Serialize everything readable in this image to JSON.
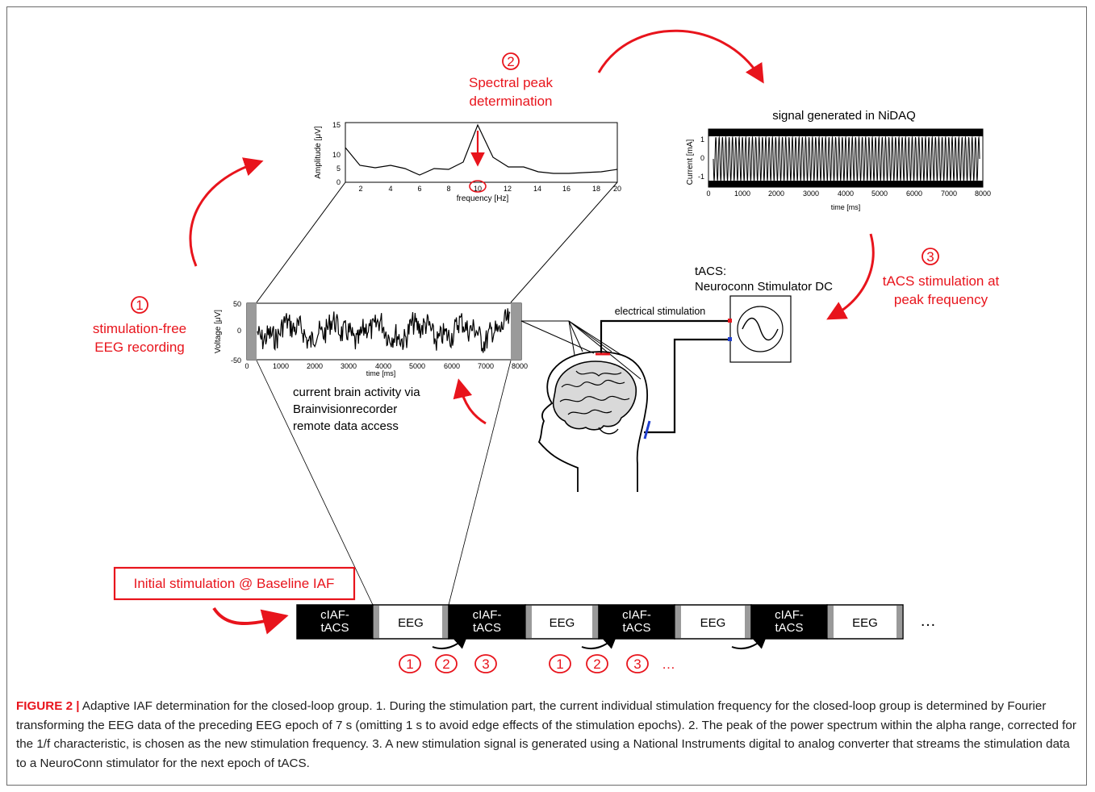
{
  "panel_spectrum": {
    "step": "2",
    "step_label": [
      "Spectral peak",
      "determination"
    ],
    "ylabel": "Amplitude [μV]",
    "xlabel": "frequency [Hz]",
    "yticks": [
      "0",
      "5",
      "10",
      "15"
    ],
    "xticks": [
      "2",
      "4",
      "6",
      "8",
      "10",
      "12",
      "14",
      "16",
      "18",
      "20"
    ]
  },
  "panel_nidaq": {
    "title": "signal generated in NiDAQ",
    "ylabel": "Current [mA]",
    "xlabel": "time [ms]",
    "yticks": [
      "1",
      "0",
      "-1"
    ],
    "xticks": [
      "0",
      "1000",
      "2000",
      "3000",
      "4000",
      "5000",
      "6000",
      "7000",
      "8000"
    ]
  },
  "panel_eeg": {
    "step": "1",
    "step_label": [
      "stimulation-free",
      "EEG recording"
    ],
    "ylabel": "Voltage [μV]",
    "xlabel": "time [ms]",
    "yticks": [
      "50",
      "0",
      "-50"
    ],
    "xticks": [
      "0",
      "1000",
      "2000",
      "3000",
      "4000",
      "5000",
      "6000",
      "7000",
      "8000"
    ],
    "source_note": [
      "current brain activity via",
      "Brainvisionrecorder",
      "remote data access"
    ]
  },
  "tacs": {
    "step": "3",
    "step_label": [
      "tACS stimulation at",
      "peak frequency"
    ],
    "device_label": [
      "tACS:",
      "Neuroconn Stimulator DC"
    ],
    "wire_label": "electrical stimulation"
  },
  "timeline": {
    "initial_label": "Initial stimulation @ Baseline IAF",
    "blocks": [
      {
        "label": [
          "cIAF-",
          "tACS"
        ],
        "kind": "stim"
      },
      {
        "label": [
          "EEG"
        ],
        "kind": "eeg"
      },
      {
        "label": [
          "cIAF-",
          "tACS"
        ],
        "kind": "stim"
      },
      {
        "label": [
          "EEG"
        ],
        "kind": "eeg"
      },
      {
        "label": [
          "cIAF-",
          "tACS"
        ],
        "kind": "stim"
      },
      {
        "label": [
          "EEG"
        ],
        "kind": "eeg"
      },
      {
        "label": [
          "cIAF-",
          "tACS"
        ],
        "kind": "stim"
      },
      {
        "label": [
          "EEG"
        ],
        "kind": "eeg"
      }
    ],
    "continuation": "…",
    "step_markers_a": [
      "1",
      "2",
      "3"
    ],
    "step_markers_b": [
      "1",
      "2",
      "3"
    ],
    "markers_more": "…"
  },
  "caption": {
    "label": "FIGURE 2 |",
    "text": " Adaptive IAF determination for the closed-loop group. 1. During the stimulation part, the current individual stimulation frequency for the closed-loop group is determined by Fourier transforming the EEG data of the preceding EEG epoch of 7 s (omitting 1 s to avoid edge effects of the stimulation epochs). 2. The peak of the power spectrum within the alpha range, corrected for the 1/f characteristic, is chosen as the new stimulation frequency. 3. A new stimulation signal is generated using a National Instruments digital to analog converter that streams the stimulation data to a NeuroConn stimulator for the next epoch of tACS."
  },
  "colors": {
    "accent": "#e8141c",
    "stim_block": "#000000",
    "eeg_block": "#ffffff",
    "electrode_anode": "#e8141c",
    "electrode_cathode": "#1f3fcf"
  }
}
